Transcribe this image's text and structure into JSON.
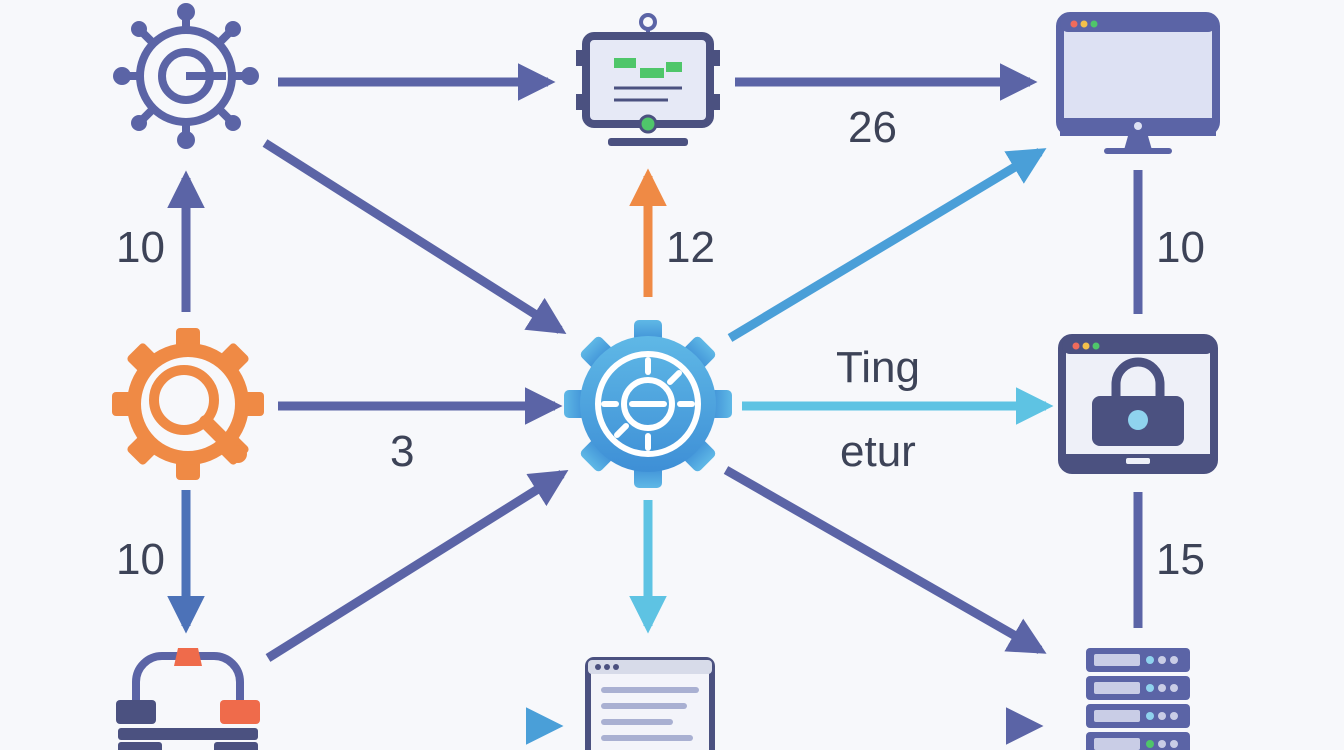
{
  "colors": {
    "indigo": "#5b64a6",
    "indigo_dark": "#4b5180",
    "blue": "#4a9fd8",
    "light_blue": "#5ec3e3",
    "orange": "#ef8a45",
    "green": "#4fc66a",
    "screen": "#dde1f3",
    "label": "#3d4357",
    "background": "#f7f8fb"
  },
  "nodes": [
    {
      "id": "network-hub",
      "icon": "network-hub-icon"
    },
    {
      "id": "dashboard-monitor",
      "icon": "dashboard-monitor-icon"
    },
    {
      "id": "desktop-computer",
      "icon": "desktop-computer-icon"
    },
    {
      "id": "search-gear",
      "icon": "search-gear-icon"
    },
    {
      "id": "central-gear",
      "icon": "central-gear-icon"
    },
    {
      "id": "secure-window",
      "icon": "secure-window-icon"
    },
    {
      "id": "pipeline-connector",
      "icon": "pipeline-connector-icon"
    },
    {
      "id": "document-window",
      "icon": "document-window-icon"
    },
    {
      "id": "server-rack",
      "icon": "server-rack-icon"
    }
  ],
  "edges": [
    {
      "from": "network-hub",
      "to": "dashboard-monitor",
      "label": ""
    },
    {
      "from": "dashboard-monitor",
      "to": "desktop-computer",
      "label": "26"
    },
    {
      "from": "search-gear",
      "to": "network-hub",
      "label": "10"
    },
    {
      "from": "network-hub",
      "to": "central-gear",
      "label": ""
    },
    {
      "from": "central-gear",
      "to": "dashboard-monitor",
      "label": "12"
    },
    {
      "from": "central-gear",
      "to": "desktop-computer",
      "label": ""
    },
    {
      "from": "desktop-computer",
      "to": "secure-window",
      "label": "10"
    },
    {
      "from": "search-gear",
      "to": "central-gear",
      "label": "3"
    },
    {
      "from": "central-gear",
      "to": "secure-window",
      "label": "Ting"
    },
    {
      "from": "central-gear",
      "to": "secure-window",
      "label": "etur"
    },
    {
      "from": "search-gear",
      "to": "pipeline-connector",
      "label": "10"
    },
    {
      "from": "pipeline-connector",
      "to": "central-gear",
      "label": ""
    },
    {
      "from": "central-gear",
      "to": "document-window",
      "label": ""
    },
    {
      "from": "central-gear",
      "to": "server-rack",
      "label": ""
    },
    {
      "from": "secure-window",
      "to": "server-rack",
      "label": "15"
    },
    {
      "from": "pipeline-connector",
      "to": "document-window",
      "label": ""
    },
    {
      "from": "document-window",
      "to": "server-rack",
      "label": ""
    }
  ]
}
